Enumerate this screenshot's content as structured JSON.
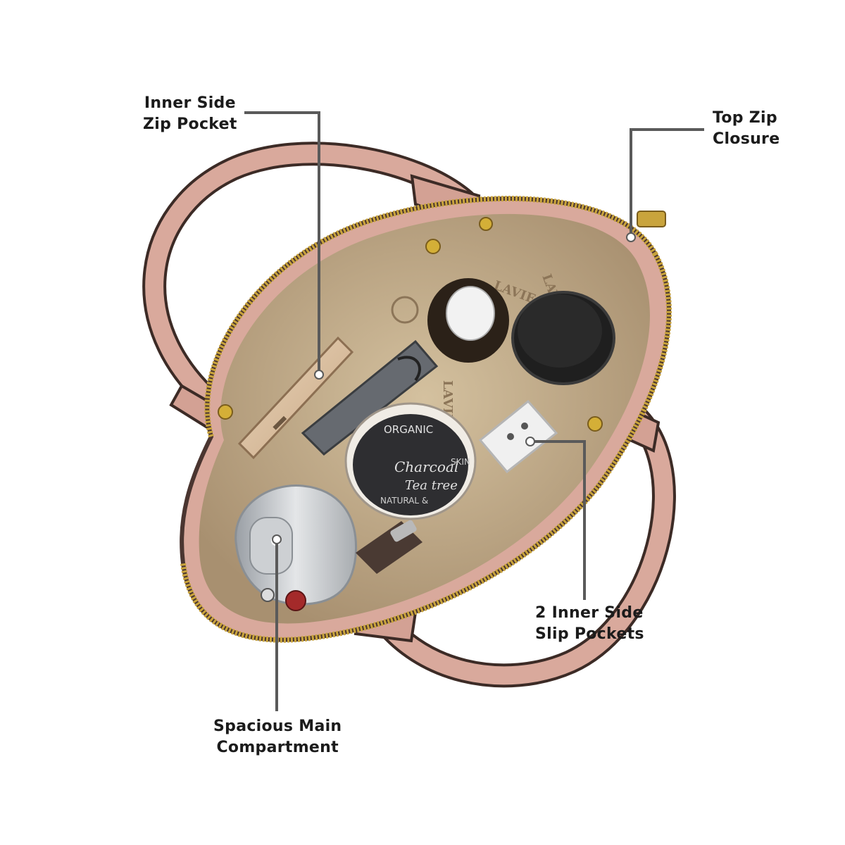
{
  "callouts": {
    "inner_side_zip_pocket": {
      "line1": "Inner Side",
      "line2": "Zip Pocket"
    },
    "top_zip_closure": {
      "line1": "Top Zip",
      "line2": "Closure"
    },
    "inner_side_slip_pockets": {
      "line1": "2 Inner Side",
      "line2": "Slip Pockets"
    },
    "main_compartment": {
      "line1": "Spacious Main",
      "line2": "Compartment"
    }
  },
  "lining_brand_text": "LAVIE",
  "product_text": {
    "line1": "ORGANIC",
    "line2": "Charcoal",
    "line3": "Tea tree",
    "line4": "NATURAL &",
    "line5": "SKIN"
  },
  "colors": {
    "bag_pink": "#d9a99c",
    "bag_edge": "#4a3530",
    "lining": "#cbb694",
    "zipper_gold": "#c9a43c",
    "callout_line": "#5a5a5a",
    "callout_text": "#1b1b1b"
  }
}
